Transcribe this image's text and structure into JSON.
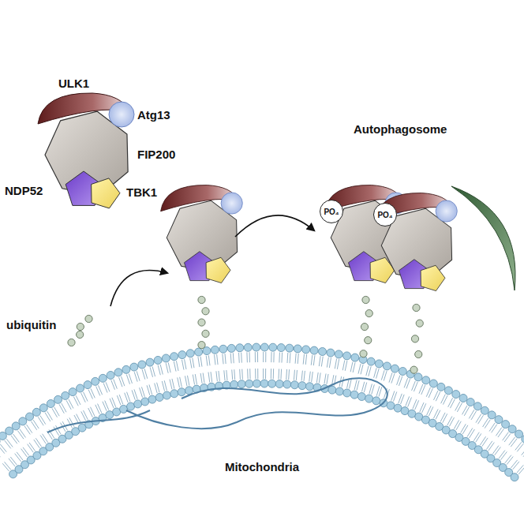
{
  "diagram": {
    "nodes": [
      {
        "text": [
          "PO₄"
        ]
      },
      {
        "text": [
          "PO₄"
        ]
      }
    ],
    "labels": [
      "ULK1",
      "Atg13",
      "FIP200",
      "NDP52",
      "TBK1",
      "ubiquitin",
      "Autophagosome",
      "Mitochondria"
    ]
  }
}
